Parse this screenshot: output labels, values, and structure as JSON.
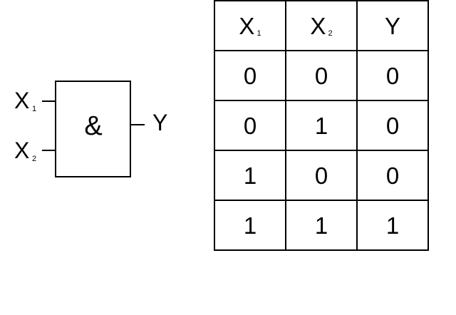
{
  "gate": {
    "symbol": "&",
    "inputs": [
      {
        "letter": "X",
        "subscript": "1"
      },
      {
        "letter": "X",
        "subscript": "2"
      }
    ],
    "output": "Y"
  },
  "truth_table": {
    "headers": [
      {
        "letter": "X",
        "subscript": "1"
      },
      {
        "letter": "X",
        "subscript": "2"
      },
      {
        "letter": "Y",
        "subscript": ""
      }
    ],
    "rows": [
      [
        "0",
        "0",
        "0"
      ],
      [
        "0",
        "1",
        "0"
      ],
      [
        "1",
        "0",
        "0"
      ],
      [
        "1",
        "1",
        "1"
      ]
    ]
  }
}
